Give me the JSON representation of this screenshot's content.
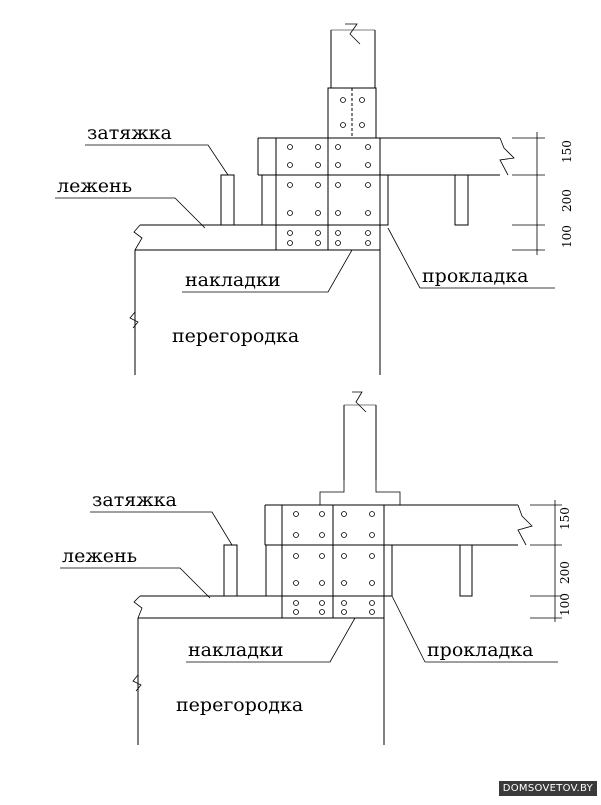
{
  "diagrams": [
    {
      "labels": {
        "tie": "затяжка",
        "beam": "лежень",
        "plates": "накладки",
        "spacer": "прокладка",
        "partition": "перегородка"
      },
      "dimensions": [
        "150",
        "200",
        "100"
      ]
    },
    {
      "labels": {
        "tie": "затяжка",
        "beam": "лежень",
        "plates": "накладки",
        "spacer": "прокладка",
        "partition": "перегородка"
      },
      "dimensions": [
        "150",
        "200",
        "100"
      ]
    }
  ],
  "watermark": "DOMSOVETOV.BY",
  "colors": {
    "line": "#000000",
    "watermark_bg": "#3a3a3a"
  }
}
